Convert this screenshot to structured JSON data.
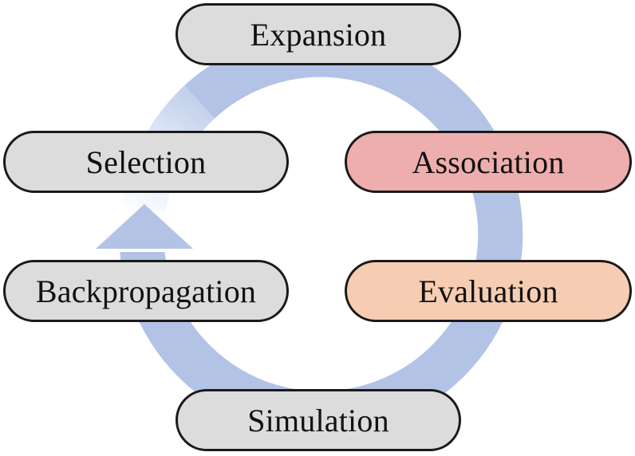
{
  "diagram": {
    "colors": {
      "ring": "#b3c3e6",
      "default_node": "#dcdcdc",
      "association": "#eeaeae",
      "evaluation": "#f6cdb2",
      "border": "#1a1a1a"
    },
    "nodes": {
      "expansion": {
        "label": "Expansion",
        "color": "#dcdcdc"
      },
      "selection": {
        "label": "Selection",
        "color": "#dcdcdc"
      },
      "association": {
        "label": "Association",
        "color": "#eeaeae"
      },
      "backpropagation": {
        "label": "Backpropagation",
        "color": "#dcdcdc"
      },
      "evaluation": {
        "label": "Evaluation",
        "color": "#f6cdb2"
      },
      "simulation": {
        "label": "Simulation",
        "color": "#dcdcdc"
      }
    },
    "flow": [
      "Selection",
      "Expansion",
      "Association",
      "Evaluation",
      "Simulation",
      "Backpropagation"
    ],
    "cycle_arrow": {
      "direction": "clockwise",
      "icon": "circular-arrow-icon"
    }
  }
}
